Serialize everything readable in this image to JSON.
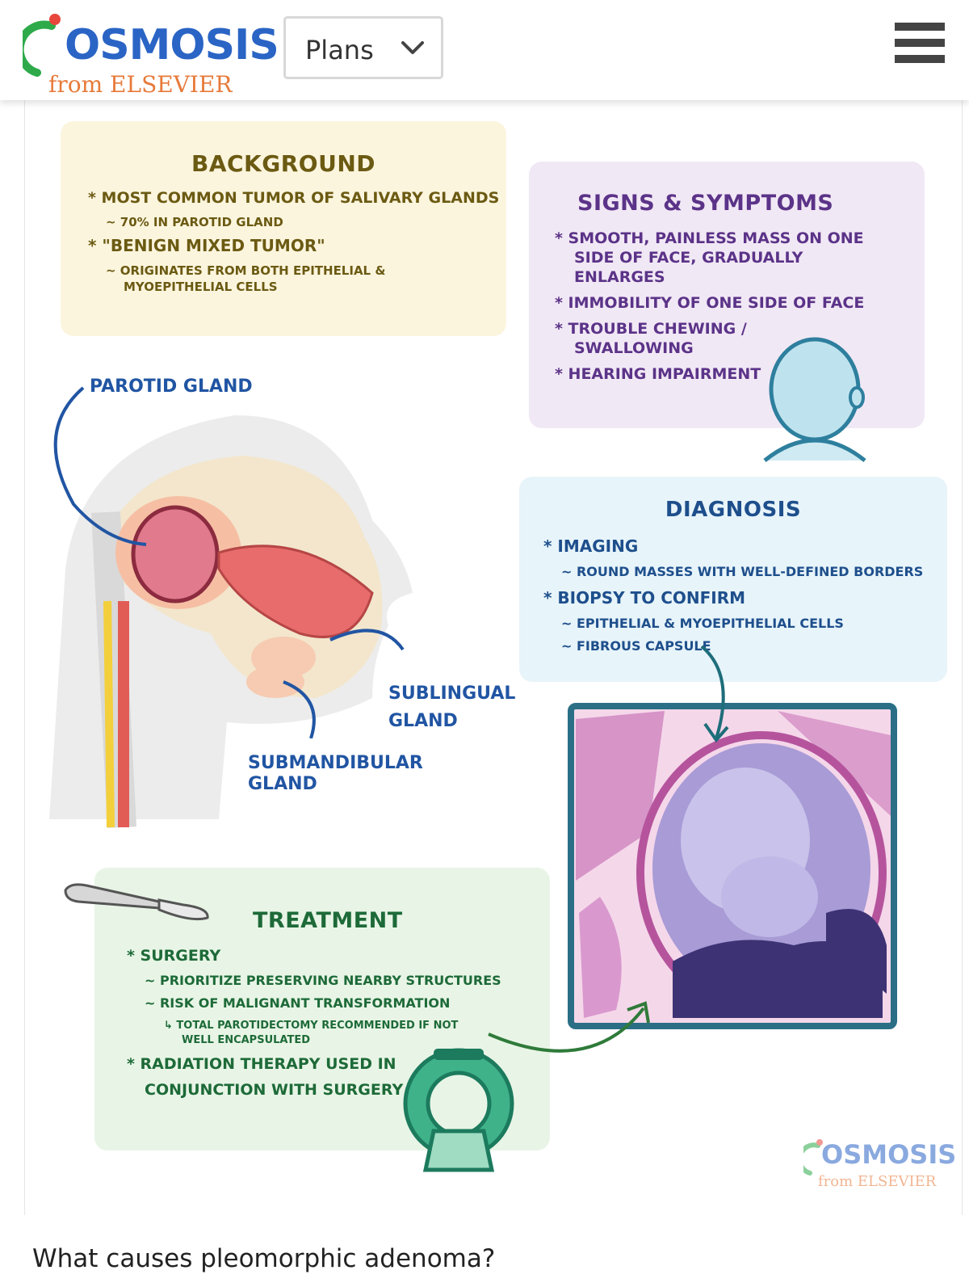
{
  "header": {
    "logo_text": "OSMOSIS",
    "logo_sub": "from ELSEVIER",
    "plans_label": "Plans"
  },
  "infographic": {
    "background": {
      "title": "BACKGROUND",
      "items": [
        "* MOST COMMON TUMOR of SALIVARY GLANDS",
        "~ 70% in PAROTID GLAND",
        "* \"BENIGN MIXED TUMOR\"",
        "~ ORIGINATES from BOTH EPITHELIAL &",
        "MYOEPITHELIAL CELLS"
      ]
    },
    "signs": {
      "title": "SIGNS & SYMPTOMS",
      "items": [
        "* SMOOTH, PAINLESS MASS on ONE",
        "SIDE of FACE, GRADUALLY",
        "ENLARGES",
        "* IMMOBILITY of ONE SIDE of FACE",
        "* TROUBLE CHEWING /",
        "SWALLOWING",
        "* HEARING IMPAIRMENT"
      ]
    },
    "diagnosis": {
      "title": "DIAGNOSIS",
      "items": [
        "* IMAGING",
        "~ ROUND MASSES with WELL-DEFINED BORDERS",
        "* BIOPSY to CONFIRM",
        "~ EPITHELIAL & MYOEPITHELIAL CELLS",
        "~ FIBROUS CAPSULE"
      ]
    },
    "treatment": {
      "title": "TREATMENT",
      "items": [
        "* SURGERY",
        "~ PRIORITIZE PRESERVING NEARBY STRUCTURES",
        "~ RISK of MALIGNANT TRANSFORMATION",
        "↳ TOTAL PAROTIDECTOMY RECOMMENDED if NOT",
        "WELL ENCAPSULATED",
        "* RADIATION THERAPY used in",
        "CONJUNCTION with SURGERY"
      ]
    },
    "labels": {
      "parotid": "PAROTID GLAND",
      "sublingual_1": "SUBLINGUAL",
      "sublingual_2": "GLAND",
      "submandibular_1": "SUBMANDIBULAR",
      "submandibular_2": "GLAND"
    },
    "watermark_text": "OSMOSIS",
    "watermark_sub": "from ELSEVIER"
  },
  "article": {
    "heading": "What causes pleomorphic adenoma?"
  },
  "colors": {
    "brand_blue": "#2a64c5",
    "brand_orange": "#e77a3a",
    "brand_green": "#2eaa4b",
    "brand_red": "#e8463c"
  },
  "icons": [
    "osmosis-logo-icon",
    "chevron-down-icon",
    "hamburger-menu-icon",
    "head-silhouette-icon",
    "scalpel-icon",
    "ct-scanner-icon"
  ]
}
